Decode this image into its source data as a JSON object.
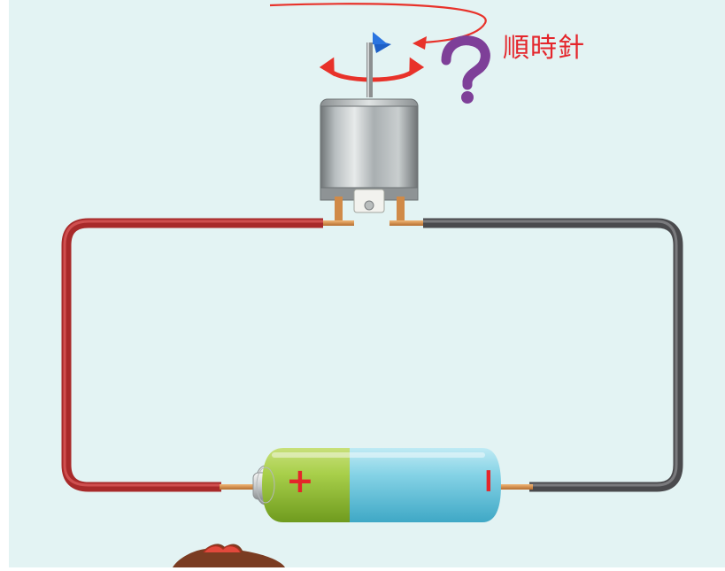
{
  "diagram": {
    "label": "順時針",
    "colors": {
      "background": "#e3f3f3",
      "red_wire": "#cc3a3a",
      "gray_wire": "#555558",
      "copper": "#d9904a",
      "arrow": "#e8322a",
      "label": "#e4262c",
      "question": "#7e3f98",
      "flag": "#1d5fc6",
      "battery_green": "#9ac43e",
      "battery_blue": "#7fcfe4",
      "sign": "#e5262a"
    },
    "battery": {
      "plus_sign": "+",
      "minus_sign": "−"
    },
    "icons": {
      "question": "question-mark",
      "rotation": "curved-double-arrow",
      "pointer": "curved-arrow"
    }
  }
}
